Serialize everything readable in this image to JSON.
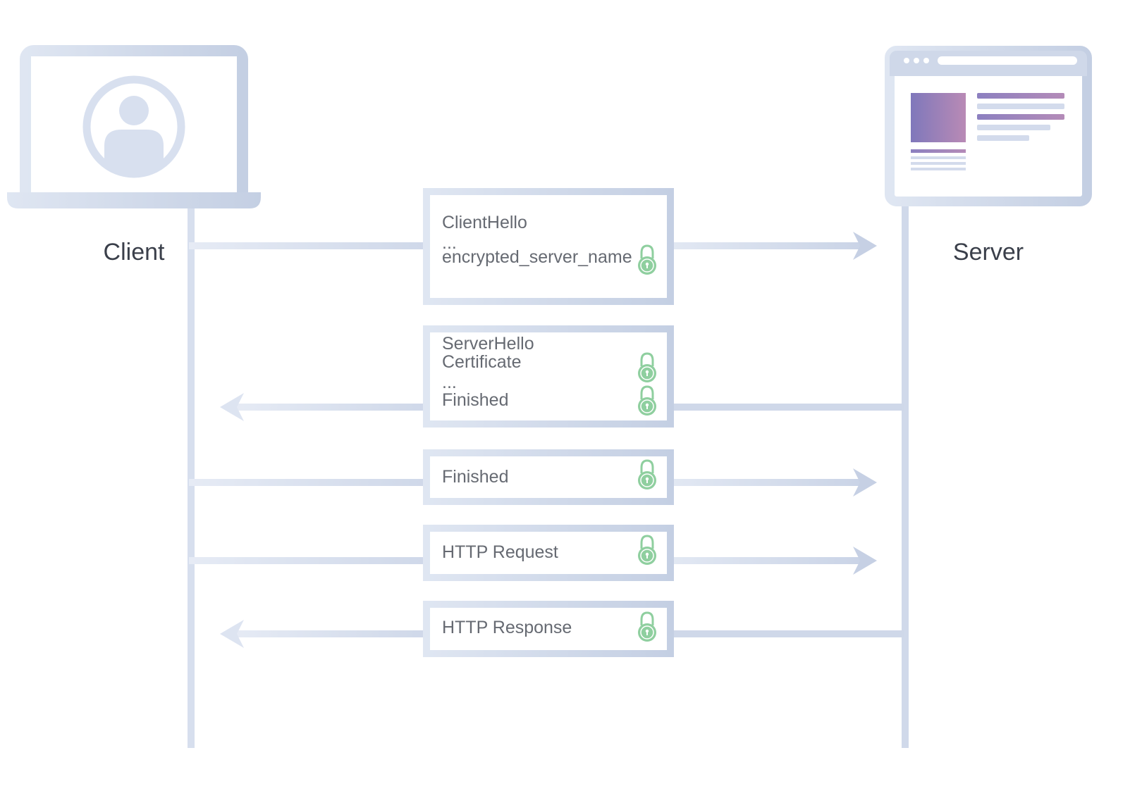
{
  "actors": {
    "client": {
      "label": "Client"
    },
    "server": {
      "label": "Server"
    }
  },
  "messages": [
    {
      "id": "client-hello",
      "direction": "to-server",
      "lines": [
        {
          "text": "ClientHello",
          "lock": false
        },
        {
          "text": "...",
          "lock": false
        },
        {
          "text": "encrypted_server_name",
          "lock": true
        }
      ]
    },
    {
      "id": "server-hello",
      "direction": "to-client",
      "lines": [
        {
          "text": "ServerHello",
          "lock": false
        },
        {
          "text": "Certificate",
          "lock": true
        },
        {
          "text": "...",
          "lock": false
        },
        {
          "text": "Finished",
          "lock": true
        }
      ]
    },
    {
      "id": "client-finished",
      "direction": "to-server",
      "lines": [
        {
          "text": "Finished",
          "lock": true
        }
      ]
    },
    {
      "id": "http-request",
      "direction": "to-server",
      "lines": [
        {
          "text": "HTTP Request",
          "lock": true
        }
      ]
    },
    {
      "id": "http-response",
      "direction": "to-client",
      "lines": [
        {
          "text": "HTTP Response",
          "lock": true
        }
      ]
    }
  ],
  "colors": {
    "line": "#d3dcec",
    "frame": "#cdd7e8",
    "lock": "#8fcf9f",
    "accent_purple": "#8a7bbf",
    "accent_pink": "#b889b4"
  },
  "icons": {
    "client": "laptop-user-icon",
    "server": "browser-window-icon",
    "encryption": "lock-icon"
  }
}
